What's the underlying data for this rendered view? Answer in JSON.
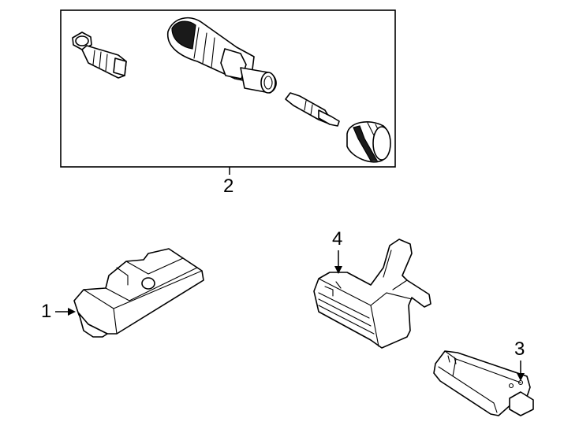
{
  "callouts": {
    "part1": "1",
    "part2": "2",
    "part3": "3",
    "part4": "4"
  },
  "colors": {
    "line": "#000000",
    "background": "#ffffff"
  }
}
